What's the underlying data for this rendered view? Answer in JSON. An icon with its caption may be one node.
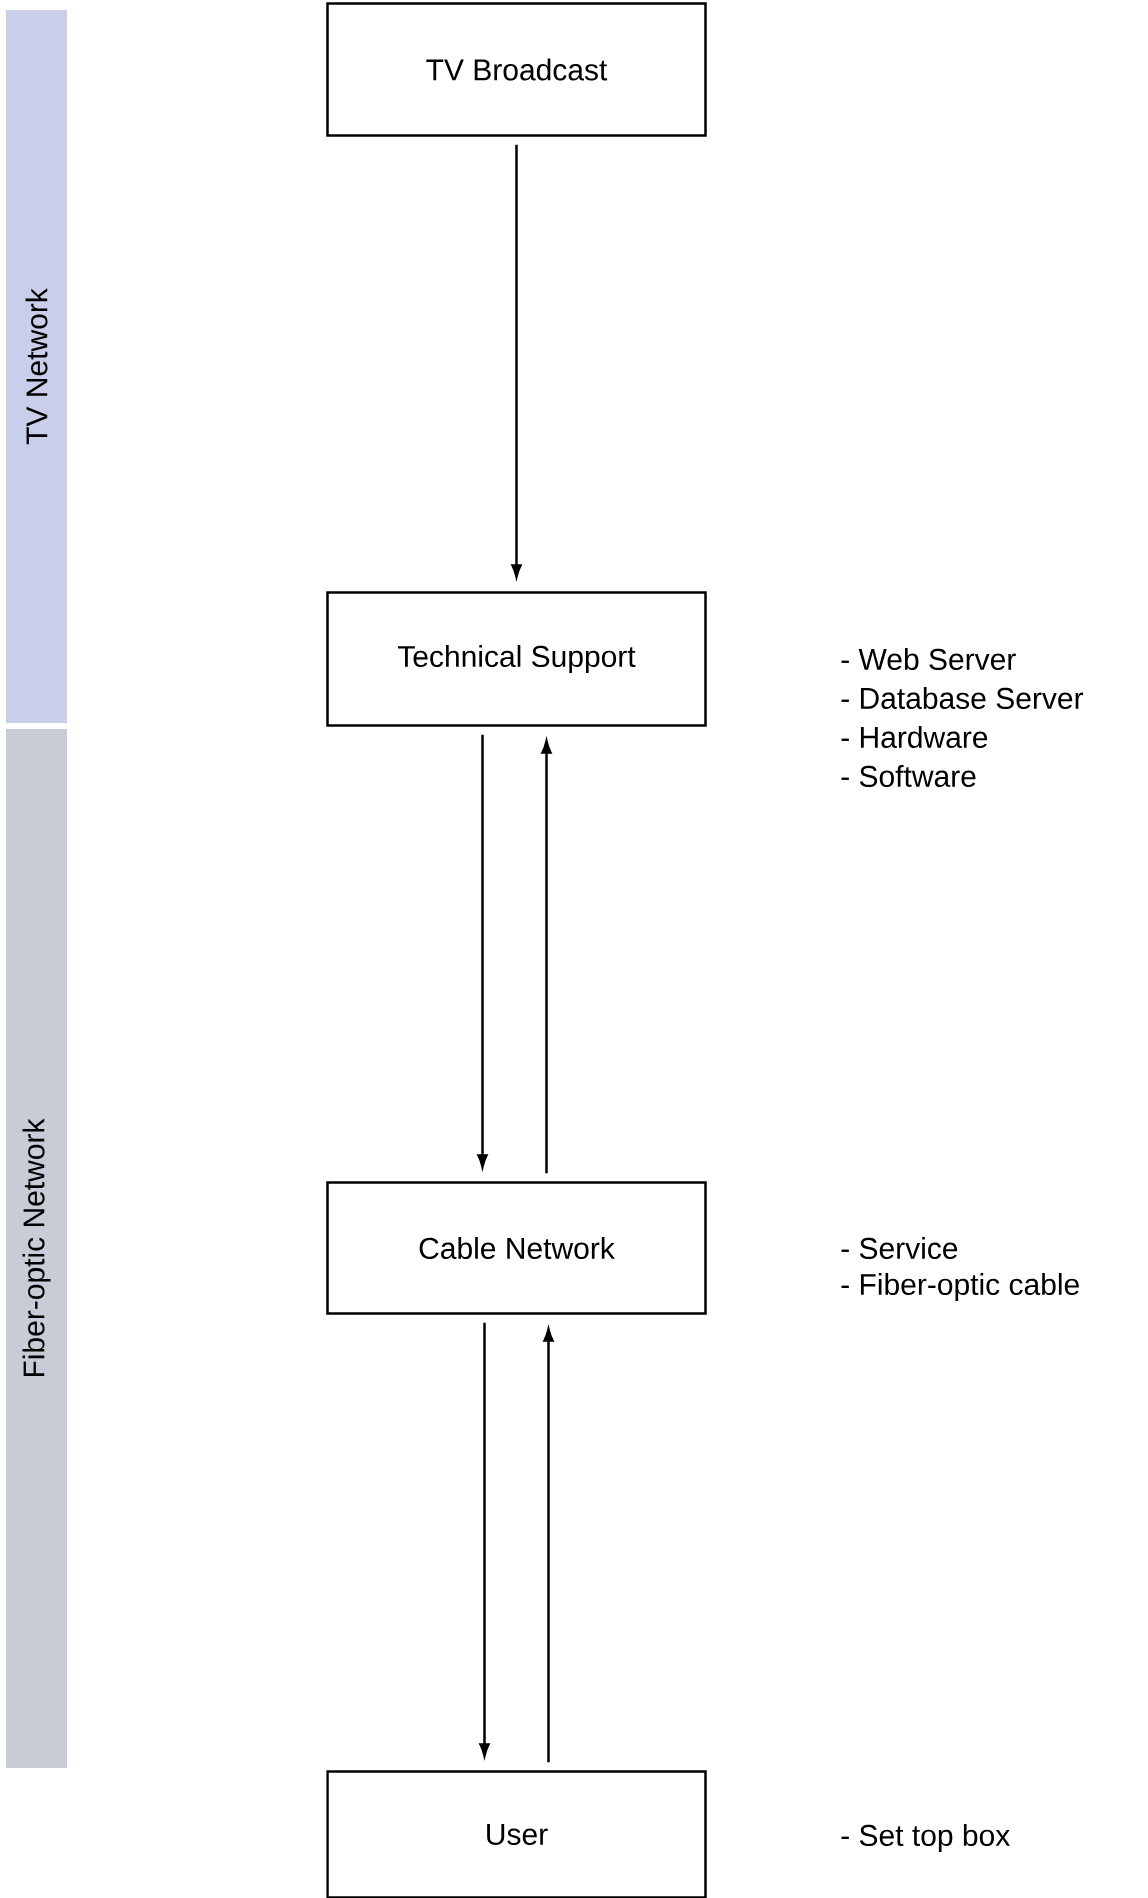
{
  "diagram": {
    "nodes": [
      {
        "text": [
          "TV Network"
        ]
      },
      {
        "text": [
          "Fiber-optic Network"
        ]
      },
      {
        "text": [
          "TV Broadcast"
        ]
      },
      {
        "text": [
          "Technical Support"
        ],
        "beside": [
          "- Web Server",
          "- Database Server",
          "- Hardware",
          "- Software"
        ]
      },
      {
        "text": [
          "Cable Network"
        ],
        "beside": [
          "- Service",
          "- Fiber-optic cable"
        ]
      },
      {
        "text": [
          "User"
        ]
      }
    ],
    "edges": [
      {
        "from": 2,
        "to": 3,
        "arrow": "to"
      },
      {
        "from": 3,
        "to": 4,
        "arrow": "to"
      },
      {
        "from": 4,
        "to": 3,
        "arrow": "to"
      },
      {
        "from": 4,
        "to": 5,
        "arrow": "to"
      },
      {
        "from": 5,
        "to": 4,
        "arrow": "to"
      }
    ],
    "labels": [
      "- Set top box"
    ]
  }
}
